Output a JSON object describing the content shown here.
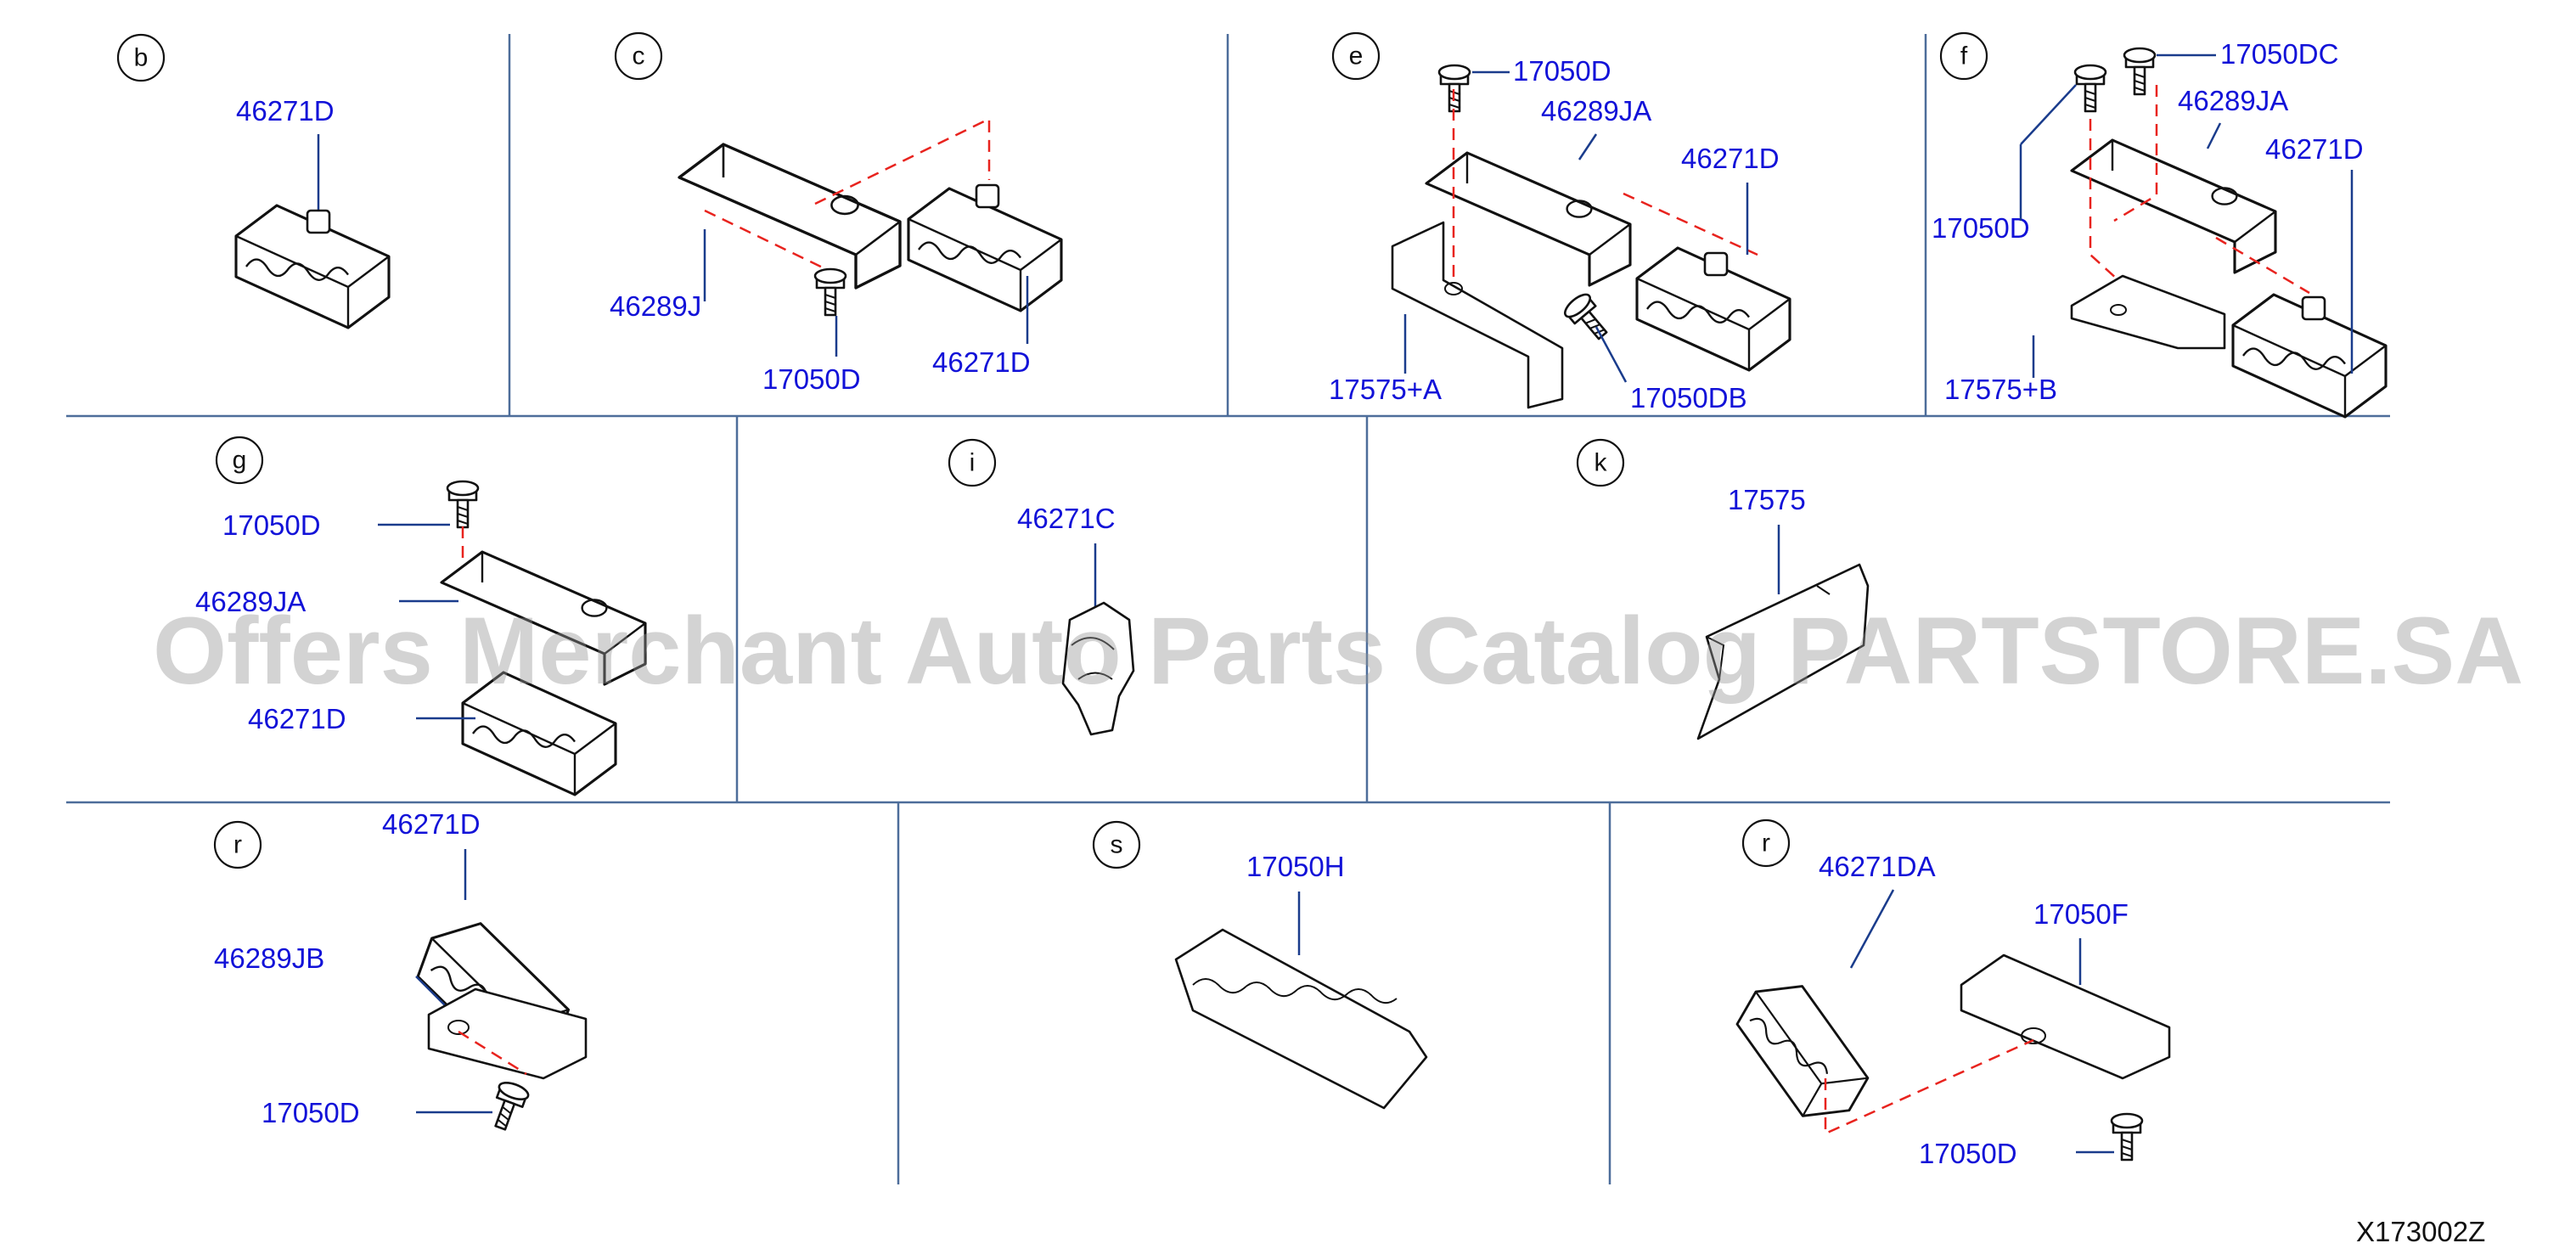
{
  "sections": [
    {
      "badge": "b",
      "labels": [
        "46271D"
      ]
    },
    {
      "badge": "c",
      "labels": [
        "46289J",
        "17050D",
        "46271D"
      ]
    },
    {
      "badge": "e",
      "labels": [
        "17050D",
        "46289JA",
        "46271D",
        "17575+A",
        "17050DB"
      ]
    },
    {
      "badge": "f",
      "labels": [
        "17050DC",
        "46289JA",
        "46271D",
        "17050D",
        "17575+B"
      ]
    },
    {
      "badge": "g",
      "labels": [
        "17050D",
        "46289JA",
        "46271D"
      ]
    },
    {
      "badge": "i",
      "labels": [
        "46271C"
      ]
    },
    {
      "badge": "k",
      "labels": [
        "17575"
      ]
    },
    {
      "badge": "r",
      "labels": [
        "46271D",
        "46289JB",
        "17050D"
      ]
    },
    {
      "badge": "s",
      "labels": [
        "17050H"
      ]
    },
    {
      "badge": "r",
      "labels": [
        "46271DA",
        "17050F",
        "17050D"
      ]
    }
  ],
  "watermark": "Offers Merchant Auto Parts Catalog PARTSTORE.SA",
  "diagram_code": "X173002Z",
  "colors": {
    "part_number": "#1212d8",
    "divider": "#4d6d9a",
    "dash_line": "#e8231e",
    "leader": "#1a3c8c"
  }
}
